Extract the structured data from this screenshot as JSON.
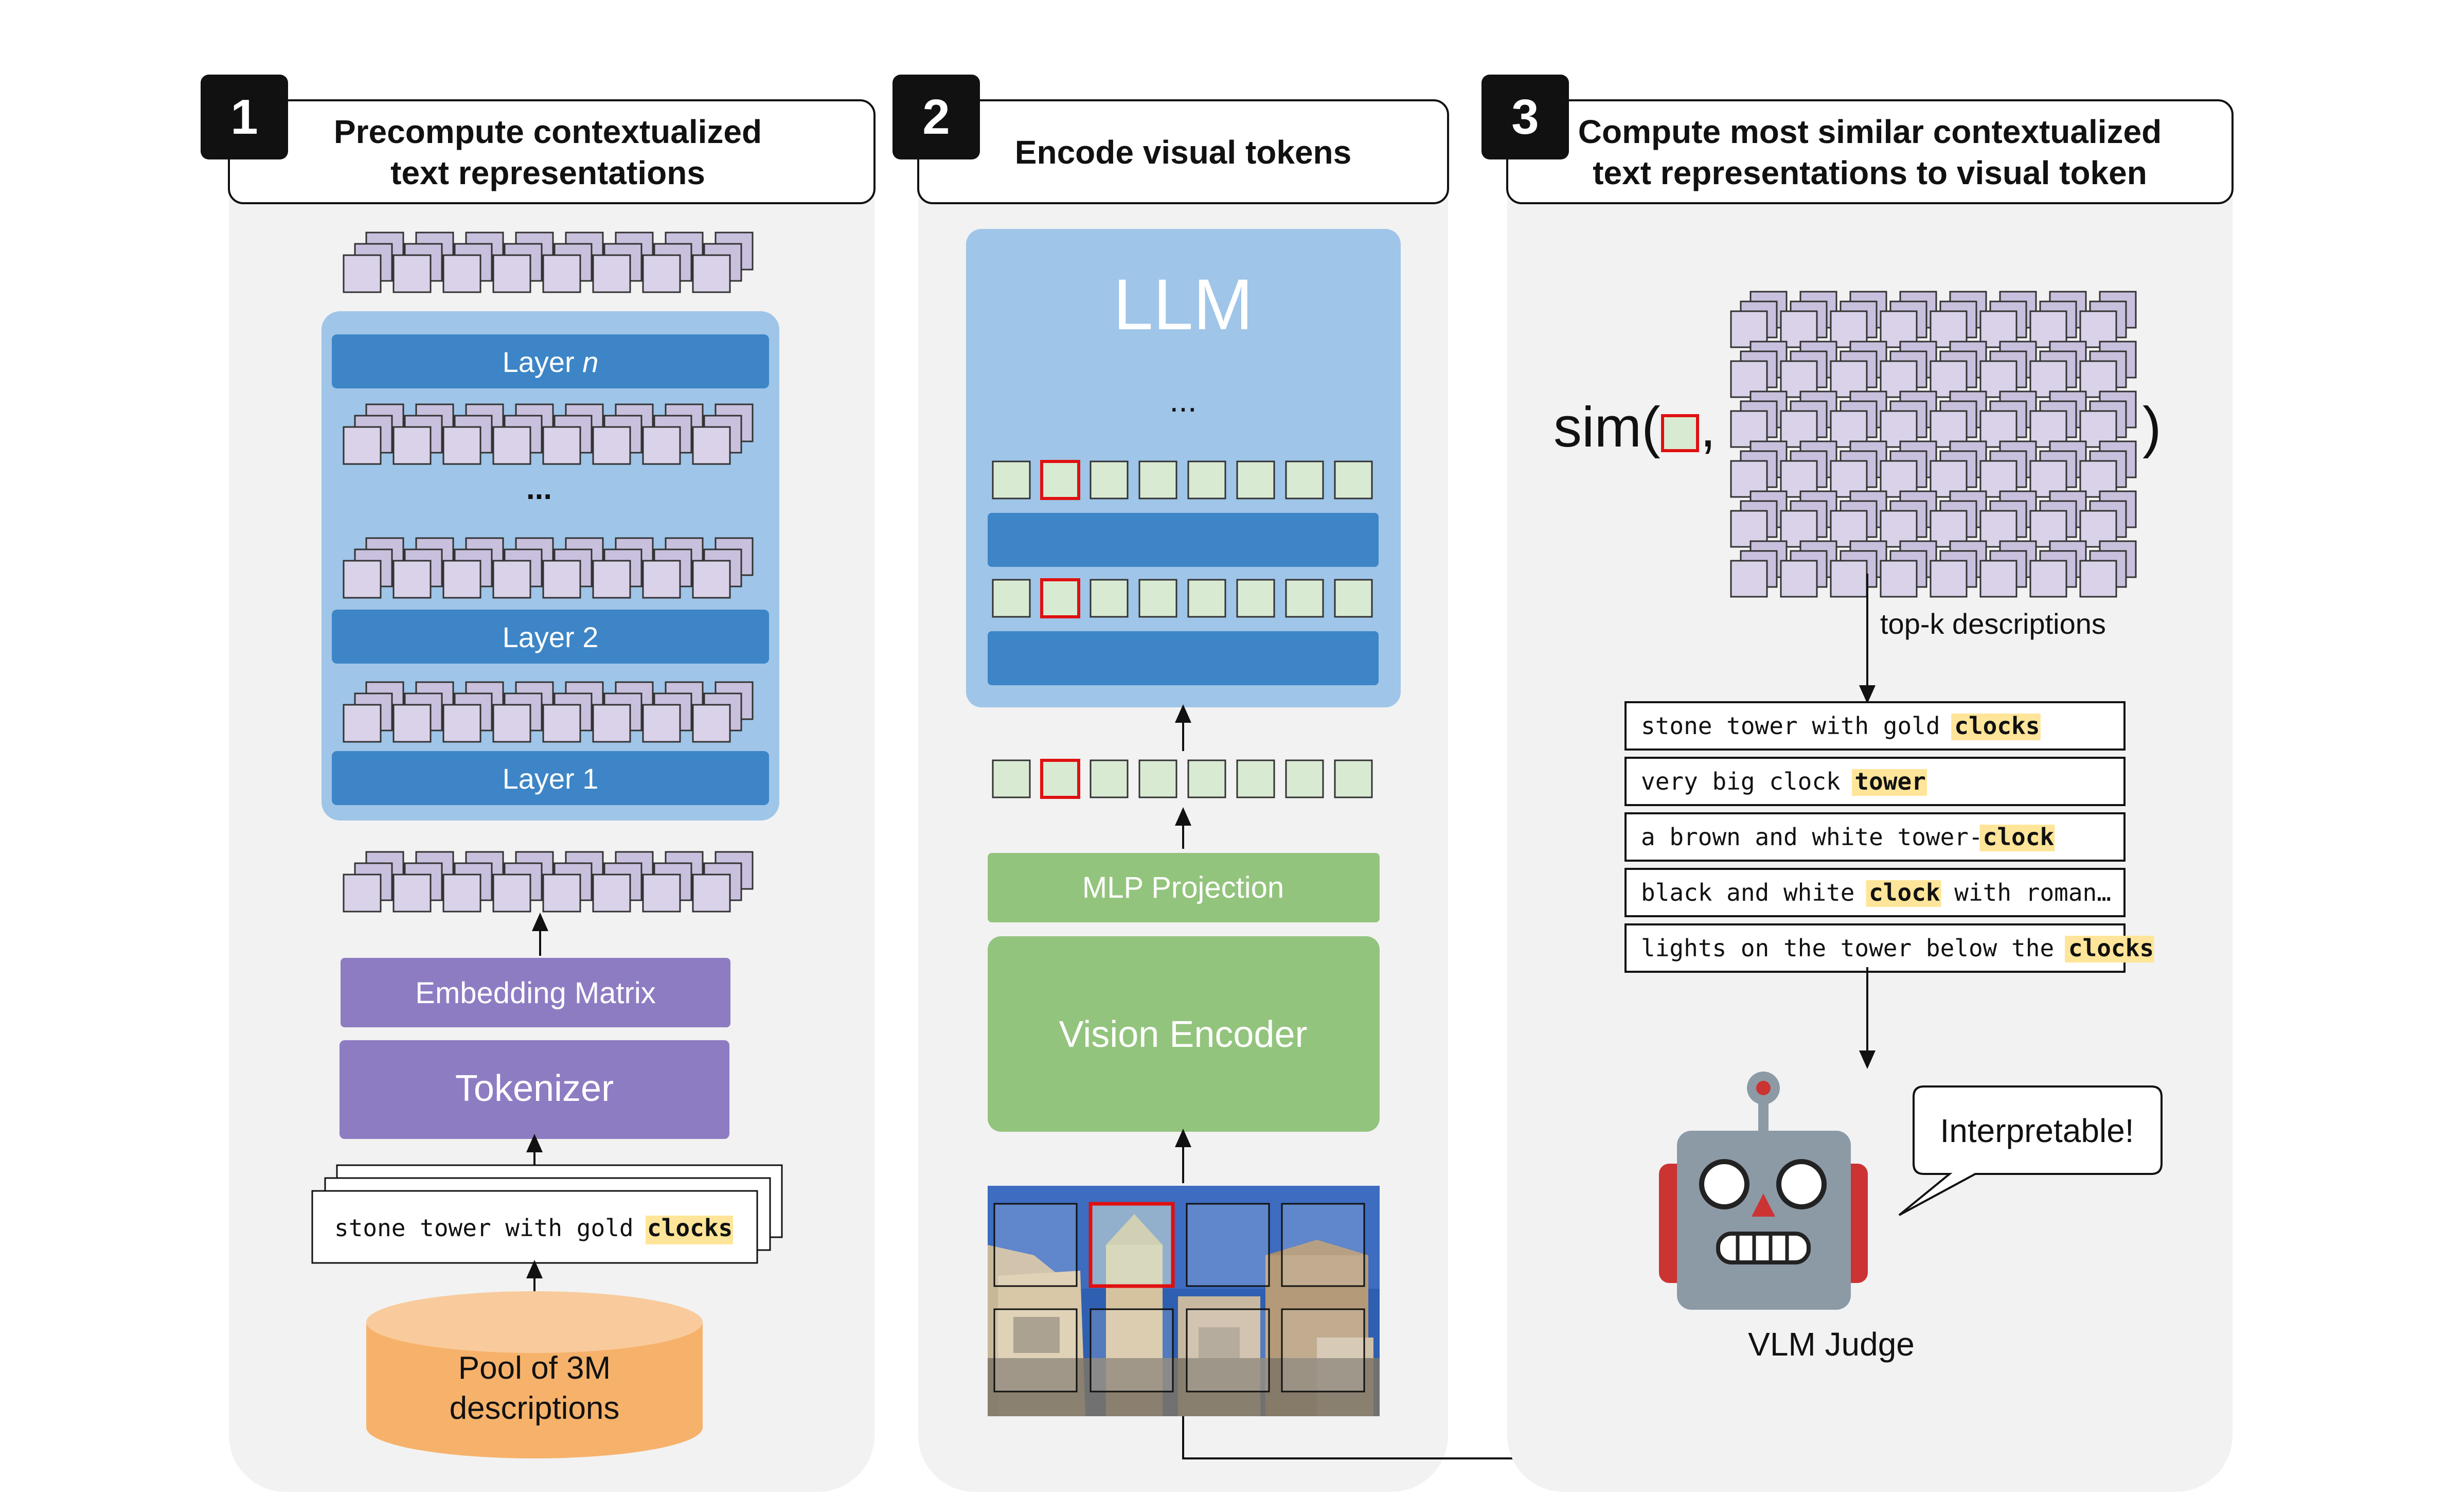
{
  "panel1": {
    "number": "1",
    "title_line1": "Precompute contextualized",
    "title_line2": "text representations",
    "layer_n_label": "Layer ",
    "layer_n_italic": "n",
    "ellipsis": "...",
    "layer2_label": "Layer 2",
    "layer1_label": "Layer 1",
    "embedding_label": "Embedding Matrix",
    "tokenizer_label": "Tokenizer",
    "doc_text": "stone tower with gold ",
    "doc_highlight": "clocks",
    "pool_line1": "Pool of 3M",
    "pool_line2": "descriptions"
  },
  "panel2": {
    "number": "2",
    "title": "Encode visual tokens",
    "llm_label": "LLM",
    "llm_ellipsis": "...",
    "mlp_label": "MLP Projection",
    "vision_label": "Vision Encoder"
  },
  "panel3": {
    "number": "3",
    "title_line1": "Compute most similar contextualized",
    "title_line2": "text representations to visual token",
    "sim_prefix": "sim(",
    "sim_comma": ",",
    "sim_close": ")",
    "topk_label": "top-k descriptions",
    "descriptions": [
      {
        "text": "stone tower with gold ",
        "highlight": "clocks",
        "suffix": ""
      },
      {
        "text": "very big clock ",
        "highlight": "tower",
        "suffix": ""
      },
      {
        "text": "a brown and white tower-",
        "highlight": "clock",
        "suffix": ""
      },
      {
        "text": "black and white ",
        "highlight": "clock",
        "suffix": " with roman…"
      },
      {
        "text": "lights on the tower below the ",
        "highlight": "clocks",
        "suffix": ""
      }
    ],
    "speech": "Interpretable!",
    "judge_label": "VLM Judge"
  },
  "colors": {
    "panel_bg": "#f2f2f2",
    "llm_blue_light": "#9fc5e8",
    "layer_blue": "#3d85c6",
    "purple": "#8e7cc3",
    "green": "#93c47d",
    "orange": "#f6b26b",
    "token_purple": "#d9d2e9",
    "token_green": "#d9ead3",
    "highlight": "#ffe599",
    "red": "#e01010",
    "robot_gray": "#8c9aa6",
    "robot_red": "#cc3333"
  }
}
